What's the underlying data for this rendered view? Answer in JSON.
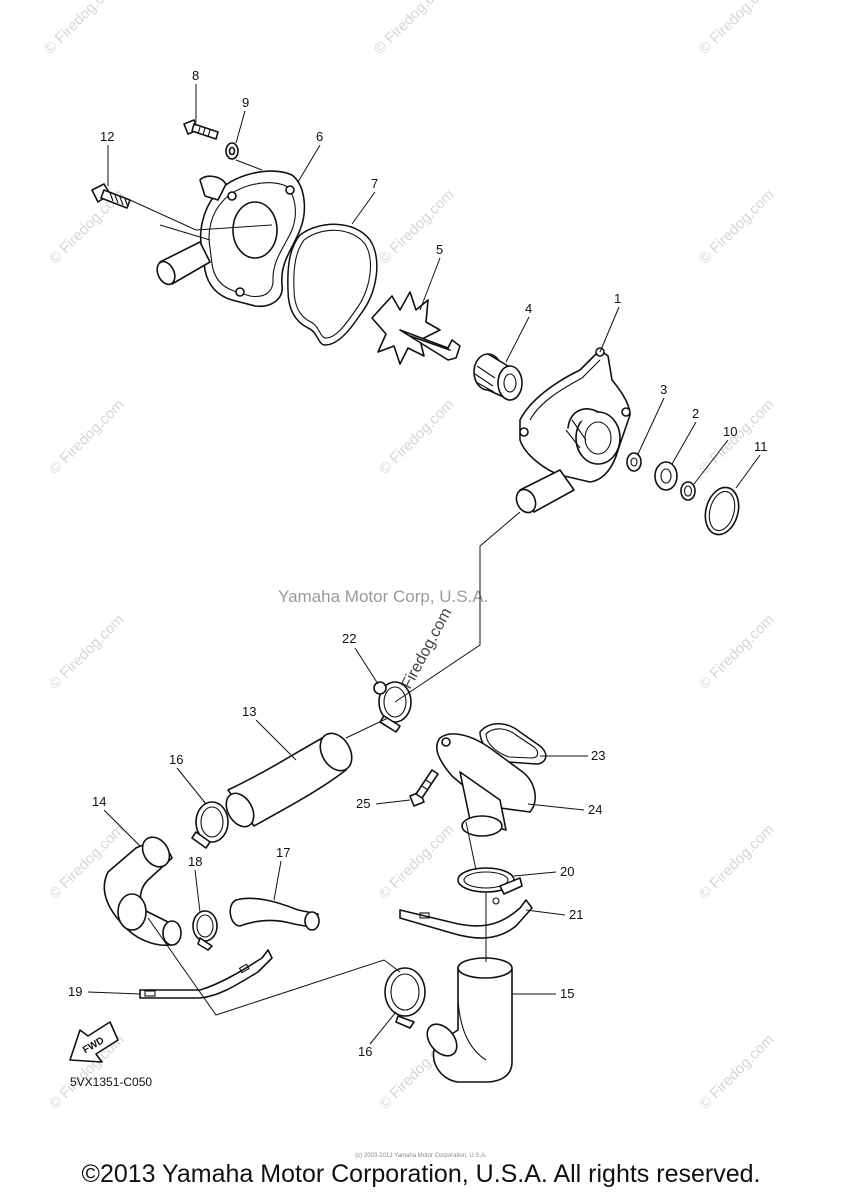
{
  "diagram": {
    "code": "5VX1351-C050",
    "fwd_label": "FWD",
    "center_watermark": "Yamaha Motor Corp, U.S.A.",
    "diagonal_watermark": "Firedog.com",
    "tile_watermark": "© Firedog.com",
    "callouts": [
      "1",
      "2",
      "3",
      "4",
      "5",
      "6",
      "7",
      "8",
      "9",
      "10",
      "11",
      "12",
      "13",
      "14",
      "15",
      "16",
      "16",
      "17",
      "18",
      "19",
      "20",
      "21",
      "22",
      "23",
      "24",
      "25"
    ]
  },
  "footer": {
    "copyright": "©2013 Yamaha Motor Corporation, U.S.A. All rights reserved.",
    "small_note": "(c) 2003-2013 Yamaha Motor Corporation, U.S.A."
  }
}
